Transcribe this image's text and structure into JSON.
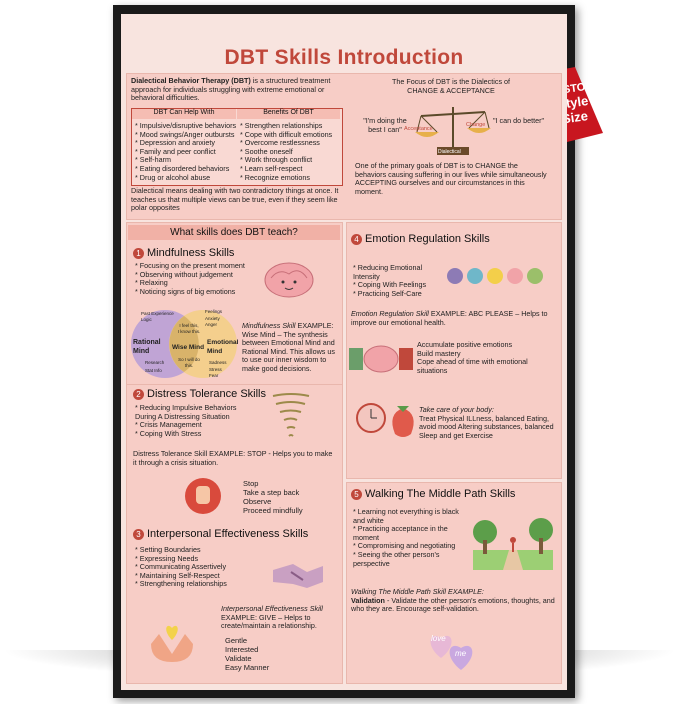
{
  "title": "DBT Skills Introduction",
  "tag": {
    "line1": "CUSTOM",
    "line2": "Style",
    "line3": "Size"
  },
  "intro": {
    "text_bold": "Dialectical Behavior Therapy (DBT)",
    "text_rest": " is a structured treatment approach for individuals struggling with extreme emotional or behavioral difficulties.",
    "help_header": "DBT Can Help With",
    "benefits_header": "Benefits Of DBT",
    "help_items": [
      "Impulsive/disruptive behaviors",
      "Mood swings/Anger outbursts",
      "Depression and anxiety",
      "Family and peer conflict",
      "Self-harm",
      "Eating disordered behaviors",
      "Drug or alcohol abuse"
    ],
    "benefit_items": [
      "Strengthen relationships",
      "Cope with difficult emotions",
      "Overcome restlessness",
      "Soothe oneself",
      "Work through conflict",
      "Learn self-respect",
      "Recognize emotions"
    ],
    "dialectical": "Dialectical means dealing with two contradictory things at once. It teaches us that multiple views can be true, even if they seem like polar opposites"
  },
  "focus": {
    "line1": "The Focus of DBT is the Dialectics of",
    "line2": "CHANGE & ACCEPTANCE",
    "left_quote": "\"I'm doing the best I can\"",
    "right_quote": "\"I can do better\"",
    "scale_left": "Acceptance",
    "scale_right": "Change",
    "scale_base": "Dialectical",
    "goal": "One of the primary goals of DBT is to CHANGE the behaviors causing suffering in our lives while simultaneously ACCEPTING ourselves and our circumstances in this moment."
  },
  "skills_header": "What skills does DBT teach?",
  "mindfulness": {
    "num": "1",
    "title": "Mindfulness Skills",
    "items": [
      "Focusing on the present moment",
      "Observing without judgement",
      "Relaxing",
      "Noticing signs of big emotions"
    ],
    "venn": {
      "left": "Rational Mind",
      "center": "Wise Mind",
      "right": "Emotional Mind",
      "left_words": [
        "Past Experience",
        "Logic",
        "Research",
        "Stat Info"
      ],
      "center_words": [
        "I feel this,",
        "I know this.",
        "So I will do",
        "this."
      ],
      "right_words": [
        "Feelings",
        "Anxiety",
        "Anger",
        "Sadness",
        "Stress",
        "Fear"
      ]
    },
    "example_label": "Mindfulness Skill",
    "example_text": " EXAMPLE: Wise Mind – The synthesis between Emotional Mind and Rational Mind. This allows us to use our inner wisdom to make good decisions."
  },
  "distress": {
    "num": "2",
    "title": "Distress Tolerance Skills",
    "items": [
      "Reducing Impulsive Behaviors During A Distressing Situation",
      "Crisis Management",
      "Coping With Stress"
    ],
    "example": "Distress Tolerance Skill EXAMPLE: STOP - Helps you to make it through a crisis situation.",
    "stop": [
      "Stop",
      "Take a step back",
      "Observe",
      "Proceed mindfully"
    ]
  },
  "interpersonal": {
    "num": "3",
    "title": "Interpersonal Effectiveness Skills",
    "items": [
      "Setting Boundaries",
      "Expressing Needs",
      "Communicating Assertively",
      "Maintaining Self-Respect",
      "Strengthening relationships"
    ],
    "example_label": "Interpersonal Effectiveness Skill",
    "example_text": "EXAMPLE: GIVE – Helps to create/maintain a relationship.",
    "give": [
      "Gentle",
      "Interested",
      "Validate",
      "Easy Manner"
    ]
  },
  "emotion": {
    "num": "4",
    "title": "Emotion Regulation Skills",
    "items": [
      "Reducing Emotional Intensity",
      "Coping With Feelings",
      "Practicing Self-Care"
    ],
    "example_label": "Emotion Regulation Skill",
    "example_text": " EXAMPLE: ABC PLEASE – Helps to improve our emotional health.",
    "abc": [
      "Accumulate positive emotions",
      "Build mastery",
      "Cope ahead of time with emotional situations"
    ],
    "please_label": "Take care of your body:",
    "please_text": "Treat Physical ILLness, balanced Eating, avoid mood Altering substances, balanced Sleep and get Exercise"
  },
  "middle": {
    "num": "5",
    "title": "Walking The Middle Path Skills",
    "items": [
      "Learning not everything is black and white",
      "Practicing acceptance in the moment",
      "Compromising and negotiating",
      "Seeing the other person's perspective"
    ],
    "example_label": "Walking The Middle Path Skill EXAMPLE:",
    "example_bold": "Validation",
    "example_text": " - Validate the other person's emotions, thoughts, and who they are. Encourage self-validation.",
    "heart_words": [
      "love",
      "me"
    ]
  },
  "colors": {
    "accent": "#c0483b",
    "panel": "#f7cdc6",
    "background": "#f8e4df",
    "frame": "#1a1a1a"
  }
}
